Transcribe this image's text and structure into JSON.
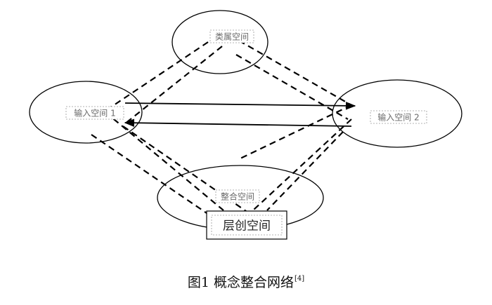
{
  "spaces": {
    "generic": "类属空间",
    "input1": "输入空间 1",
    "input2": "输入空间 2",
    "blend": "整合空间",
    "emergent": "层创空间"
  },
  "caption": {
    "prefix": "图1",
    "title": "概念整合网络",
    "ref": "[4]"
  }
}
